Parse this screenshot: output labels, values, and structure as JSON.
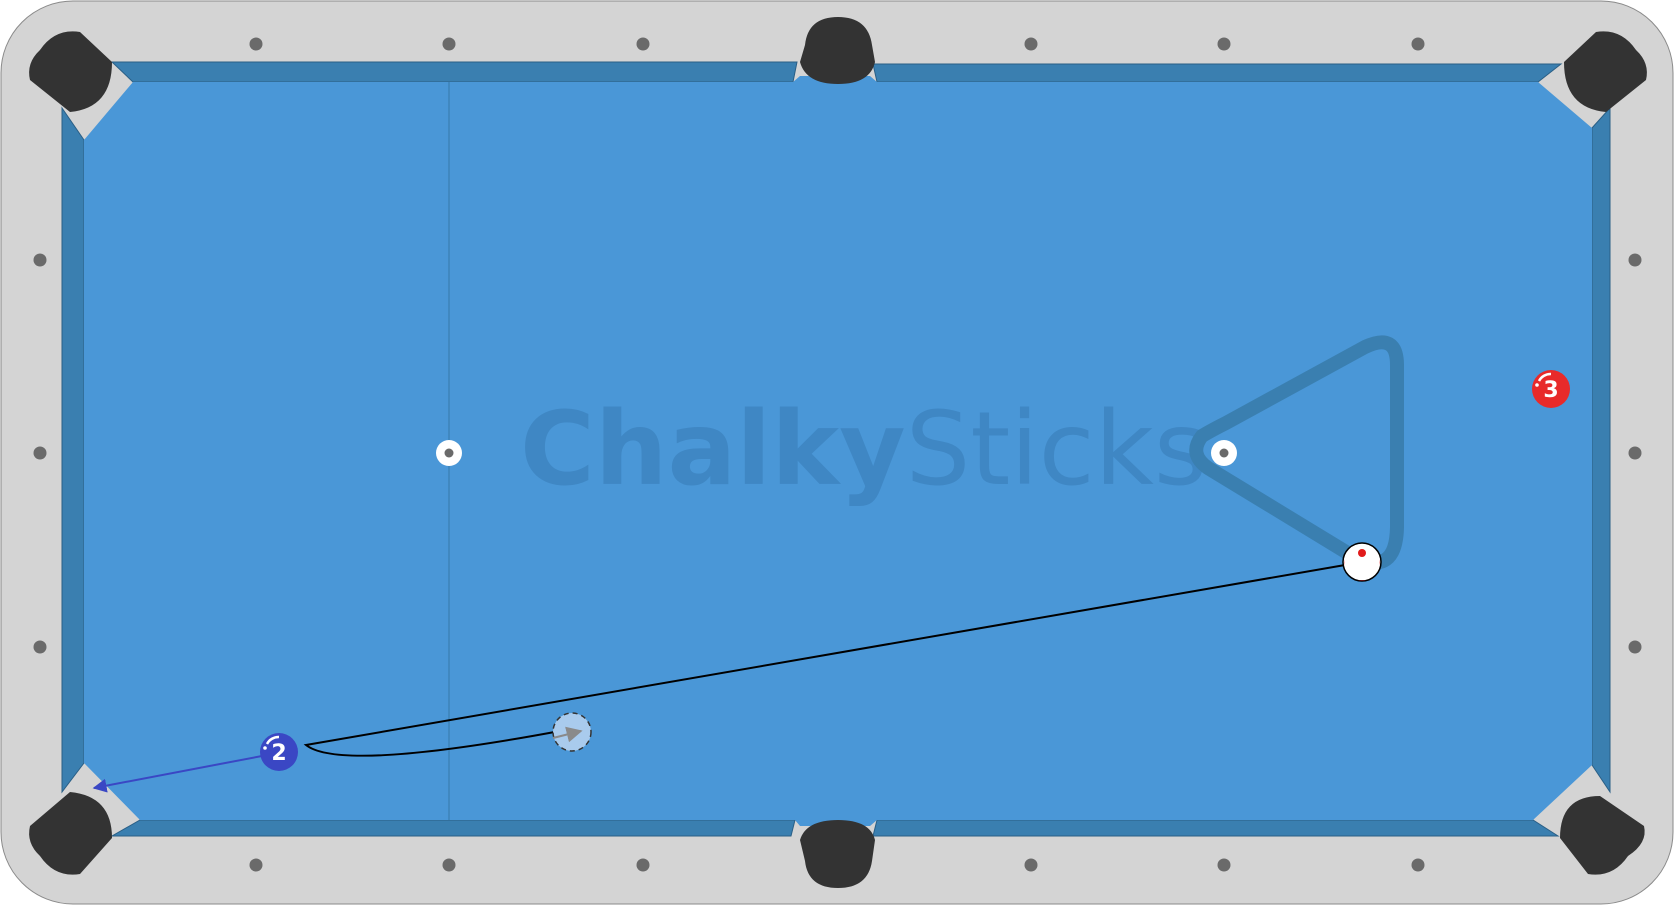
{
  "brand": {
    "watermark_bold": "Chalky",
    "watermark_light": "Sticks"
  },
  "colors": {
    "rail": "#d4d4d4",
    "cloth": "#4a97d7",
    "cushion": "#3a7fb0",
    "pocket": "#333333",
    "diamond": "#6a6a6a",
    "cue_ball": "#ffffff",
    "cue_tip_mark": "#e11b1b",
    "ball_2": "#3a47c4",
    "ball_3": "#e82a2a",
    "ghost_ball": "#a9cbed",
    "cue_path": "#000000",
    "object_path": "#3a47c4",
    "ghost_arrow": "#8a8a8a"
  },
  "balls": [
    {
      "id": "cue",
      "label": "",
      "kind": "cue"
    },
    {
      "id": "ball-2",
      "label": "2",
      "kind": "solid"
    },
    {
      "id": "ball-3",
      "label": "3",
      "kind": "solid"
    }
  ],
  "icons": {
    "pocket": "pocket-icon",
    "diamond": "diamond-icon",
    "spot": "spot-icon",
    "rack": "triangle-rack-icon"
  }
}
